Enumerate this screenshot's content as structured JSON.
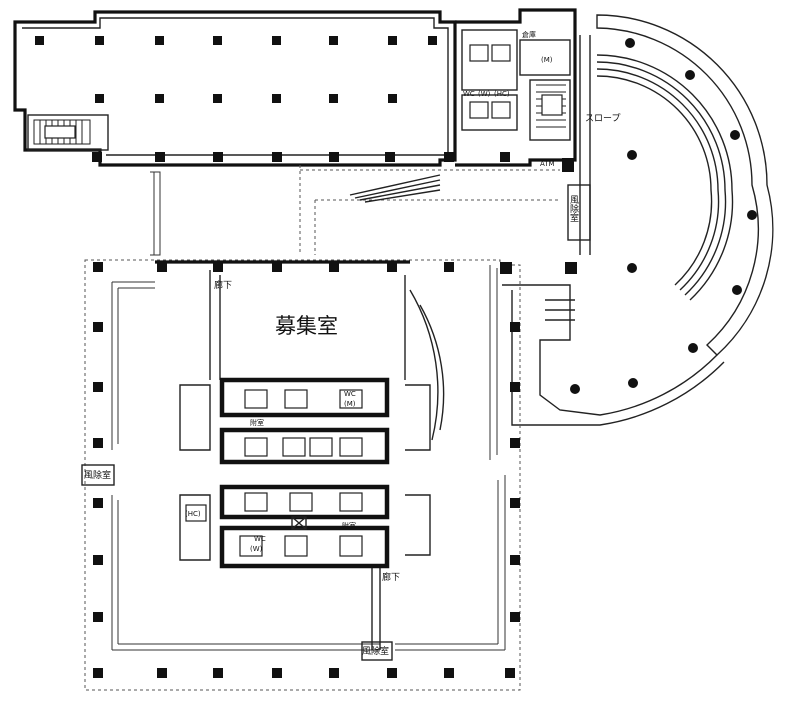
{
  "labels": {
    "recruiting_room": "募集室",
    "slope": "スロープ",
    "windbreak_room": "風除室",
    "corridor": "廊下",
    "anteroom": "附室",
    "wc": "WC",
    "wc_m": "(M)",
    "wc_w": "(W)",
    "hc": "(HC)",
    "storage": "倉庫",
    "atm": "ATM"
  },
  "colors": {
    "line": "#111111",
    "background": "#ffffff"
  }
}
